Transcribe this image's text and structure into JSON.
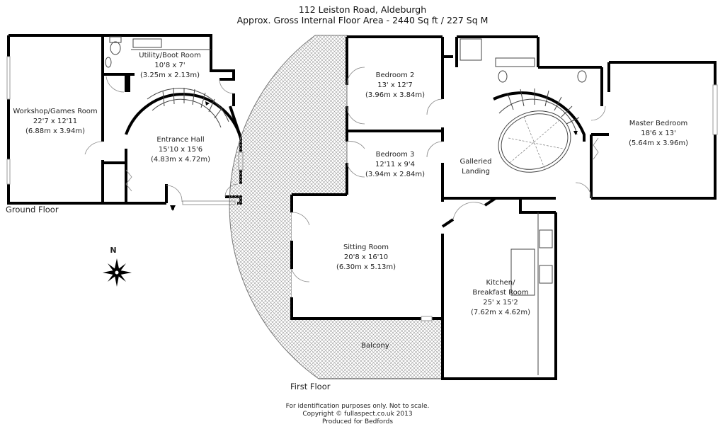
{
  "header": {
    "address": "112 Leiston Road, Aldeburgh",
    "area": "Approx. Gross Internal Floor Area - 2440 Sq ft / 227 Sq M"
  },
  "ground_floor": {
    "label": "Ground Floor",
    "rooms": [
      {
        "name": "Workshop/Games Room",
        "imperial": "22'7 x 12'11",
        "metric": "(6.88m x 3.94m)"
      },
      {
        "name": "Utility/Boot Room",
        "imperial": "10'8 x 7'",
        "metric": "(3.25m x 2.13m)"
      },
      {
        "name": "Entrance Hall",
        "imperial": "15'10 x 15'6",
        "metric": "(4.83m x 4.72m)"
      }
    ]
  },
  "first_floor": {
    "label": "First Floor",
    "rooms": [
      {
        "name": "Bedroom 2",
        "imperial": "13' x 12'7",
        "metric": "(3.96m x 3.84m)"
      },
      {
        "name": "Bedroom 3",
        "imperial": "12'11 x 9'4",
        "metric": "(3.94m x 2.84m)"
      },
      {
        "name": "Galleried",
        "imperial": "Landing"
      },
      {
        "name": "Master Bedroom",
        "imperial": "18'6 x 13'",
        "metric": "(5.64m x 3.96m)"
      },
      {
        "name": "Sitting Room",
        "imperial": "20'8 x 16'10",
        "metric": "(6.30m x 5.13m)"
      },
      {
        "name": "Kitchen/",
        "line2": "Breakfast Room",
        "imperial": "25' x 15'2",
        "metric": "(7.62m x 4.62m)"
      },
      {
        "name": "Balcony"
      }
    ]
  },
  "compass": {
    "label": "N",
    "icon": "compass-rose-icon"
  },
  "footer": {
    "line1": "For identification purposes only. Not to scale.",
    "line2": "Copyright © fullaspect.co.uk 2013",
    "line3": "Produced for Bedfords"
  }
}
